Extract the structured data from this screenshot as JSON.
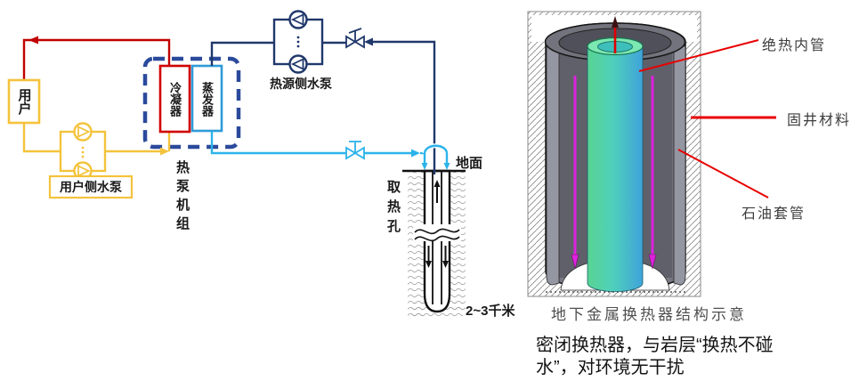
{
  "system": {
    "user_box_label": "用户",
    "user_pump_label": "用户侧水泵",
    "condenser_label": "冷凝器",
    "evaporator_label": "蒸发器",
    "heat_pump_unit_label": "热泵机组",
    "source_pump_label": "热源侧水泵",
    "ground_label": "地面",
    "borehole_label": "取热孔",
    "depth_label": "2~3千米"
  },
  "exchanger": {
    "label_inner_pipe": "绝热内管",
    "label_cement": "固井材料",
    "label_casing": "石油套管",
    "caption": "地下金属换热器结构示意",
    "note_line1": "密闭换热器，与岩层“换热不碰",
    "note_line2": "水”，对环境无干扰"
  },
  "colors": {
    "user_loop_yellow": "#f4c33c",
    "hot_supply_red": "#c00000",
    "source_loop_navy": "#20386b",
    "source_loop_cyan": "#2bb3ea",
    "heat_pump_dashed_box": "#2b4a9c",
    "evaporator_border_blue": "#2e9bd8",
    "flow_arrow_magenta": "#dd22dd",
    "annotation_red": "#e80000"
  }
}
